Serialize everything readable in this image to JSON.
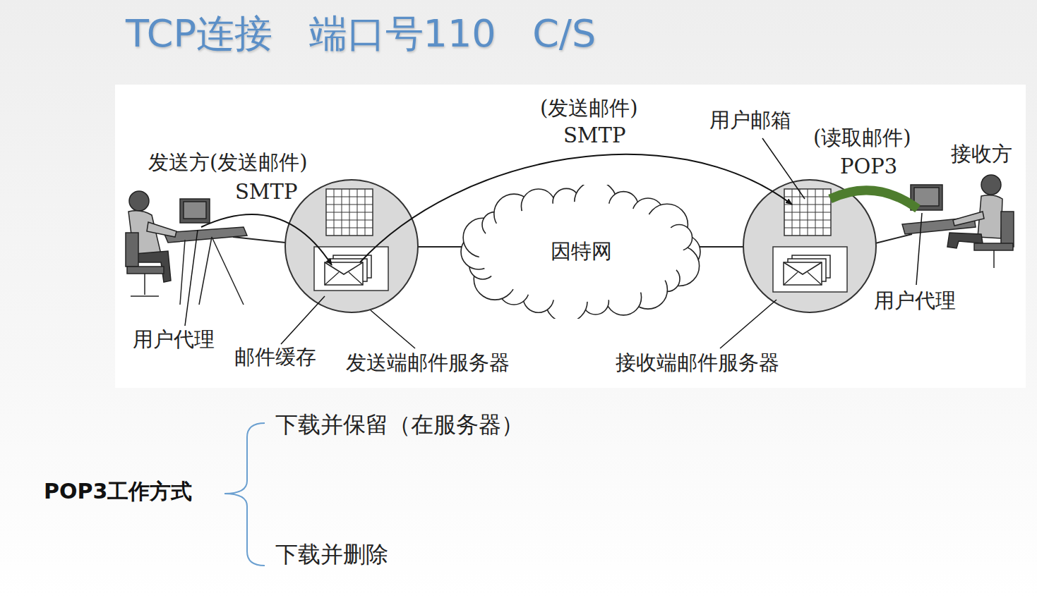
{
  "diagram": {
    "title": "TCP连接   端口号110   C/S",
    "nodes": [
      {
        "text": [
          "因特网"
        ]
      }
    ],
    "edges": [],
    "labels": [
      "发送方(发送邮件)",
      "SMTP",
      "(发送邮件)",
      "SMTP",
      "用户邮箱",
      "(读取邮件)",
      "POP3",
      "接收方",
      "用户代理",
      "邮件缓存",
      "发送端邮件服务器",
      "接收端邮件服务器",
      "用户代理",
      "POP3工作方式",
      "下载并保留（在服务器）",
      "下载并删除"
    ]
  }
}
